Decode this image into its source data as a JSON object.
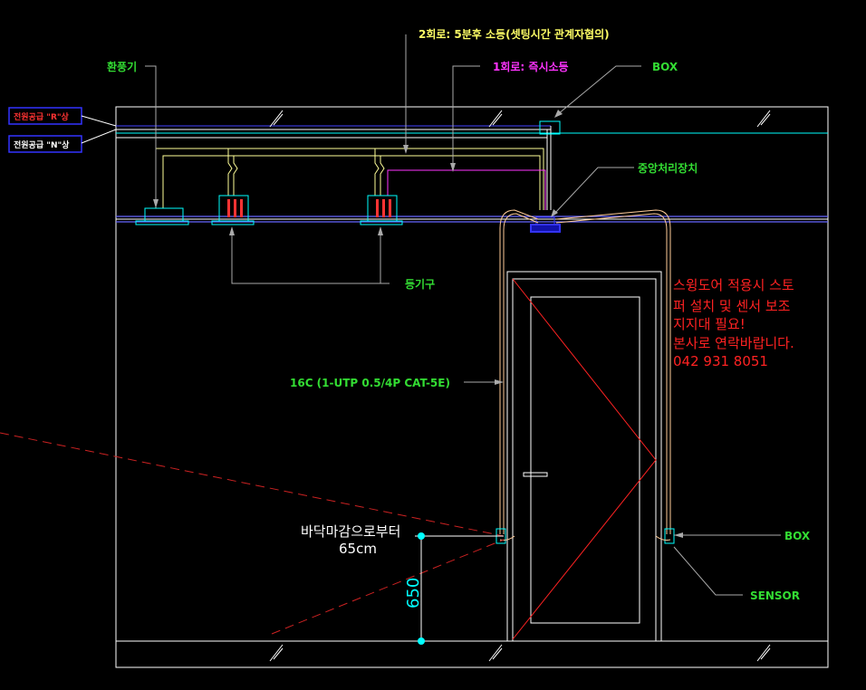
{
  "labels": {
    "ventilator": "환풍기",
    "circuit2": "2회로: 5분후 소등(셋팅시간 관계자협의)",
    "circuit1": "1회로: 즉시소등",
    "box_top": "BOX",
    "power_r": "전원공급 \"R\"상",
    "power_n": "전원공급 \"N\"상",
    "central_unit": "중앙처리장치",
    "light_fixture": "등기구",
    "cable": "16C (1-UTP 0.5/4P CAT-5E)",
    "box_right": "BOX",
    "sensor": "SENSOR"
  },
  "note": {
    "lines": [
      "스윙도어 적용시 스토",
      "퍼 설치 및 센서 보조",
      "지지대 필요!",
      "본사로 연락바랍니다.",
      "042 931 8051"
    ]
  },
  "floor_note": {
    "line1": "바닥마감으로부터",
    "line2": "65cm"
  },
  "dimension": {
    "value": "650"
  },
  "colors": {
    "background": "#000000",
    "label_green": "#33dd33",
    "label_yellow": "#ffff66",
    "label_magenta": "#ff33ff",
    "note_red": "#ff2222",
    "cyan": "#00ffff",
    "blue": "#3333ff"
  }
}
